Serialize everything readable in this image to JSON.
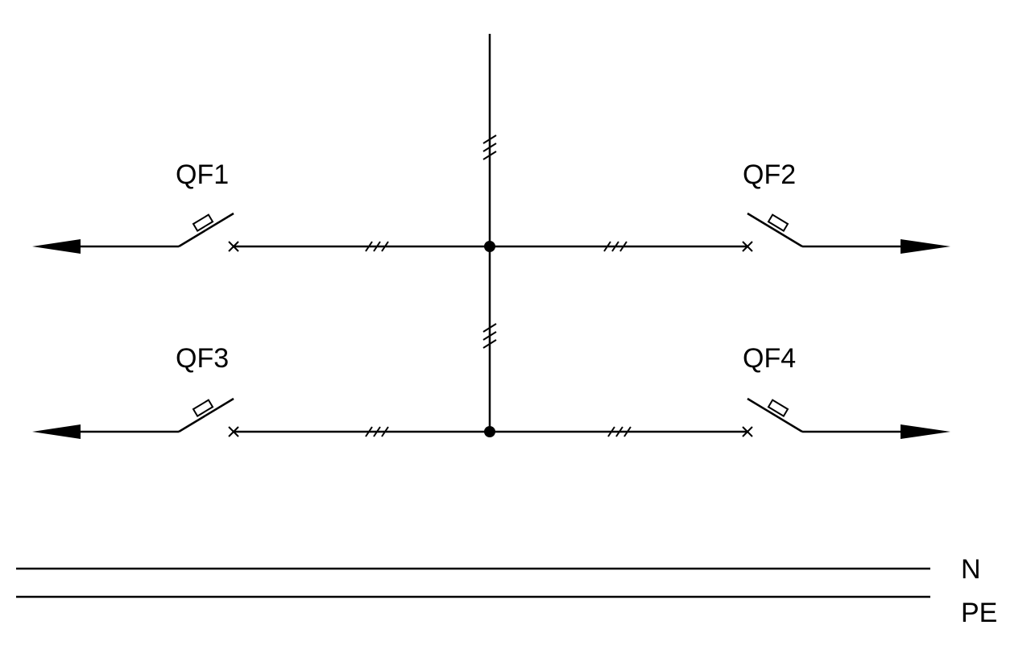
{
  "breakers": [
    {
      "id": "qf1",
      "label": "QF1"
    },
    {
      "id": "qf2",
      "label": "QF2"
    },
    {
      "id": "qf3",
      "label": "QF3"
    },
    {
      "id": "qf4",
      "label": "QF4"
    }
  ],
  "conductors": {
    "neutral": "N",
    "protective_earth": "PE"
  },
  "colors": {
    "line": "#000000",
    "background": "#ffffff"
  }
}
